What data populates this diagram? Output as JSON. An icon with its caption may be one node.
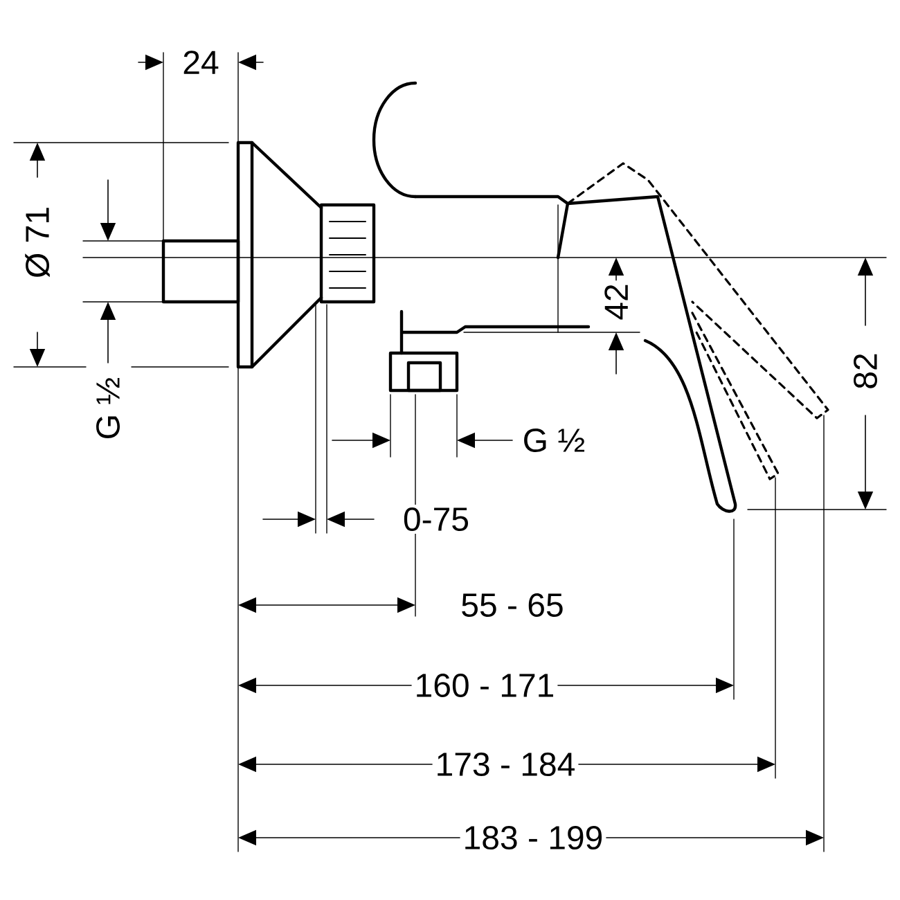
{
  "diagram": {
    "labels": [
      "24",
      "Ø 71",
      "G ½",
      "42",
      "82",
      "G ½",
      "0-75",
      "55 - 65",
      "160 - 171",
      "173 - 184",
      "183 - 199"
    ]
  }
}
